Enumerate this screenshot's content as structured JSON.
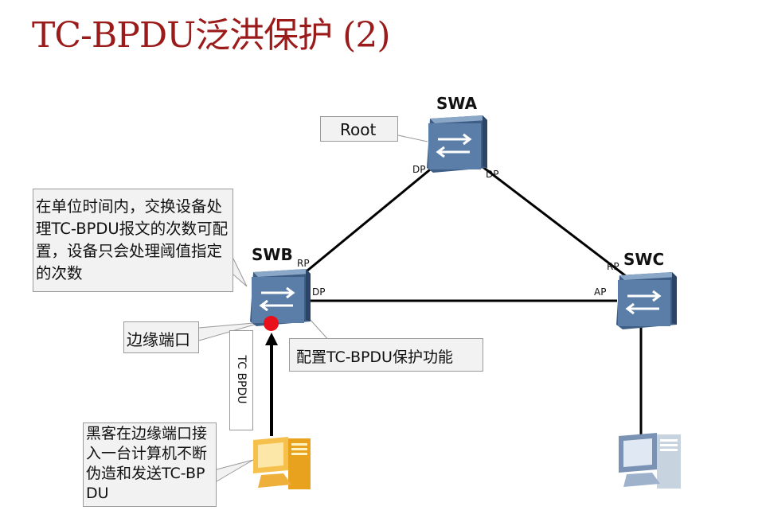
{
  "title": "TC-BPDU泛洪保护 (2)",
  "nodes": {
    "swa": {
      "label": "SWA",
      "port_left": "DP",
      "port_right": "DP"
    },
    "swb": {
      "label": "SWB",
      "port_top": "RP",
      "port_right": "DP"
    },
    "swc": {
      "label": "SWC",
      "port_top": "RP",
      "port_left": "AP"
    }
  },
  "callouts": {
    "root": "Root",
    "threshold": "在单位时间内，交换设备处理TC-BPDU报文的次数可配置，设备只会处理阈值指定的次数",
    "edge_port": "边缘端口",
    "config": "配置TC-BPDU保护功能",
    "hacker": "黑客在边缘端口接入一台计算机不断伪造和发送TC-BPDU"
  },
  "arrow_label": "TC BPDU",
  "colors": {
    "title": "#9b1b1b",
    "edge_dot": "#e8101a",
    "link": "#000000",
    "switch_body": "#4a6a92",
    "hacker_pc": "#f1b535",
    "normal_pc": "#8fa8c8"
  }
}
